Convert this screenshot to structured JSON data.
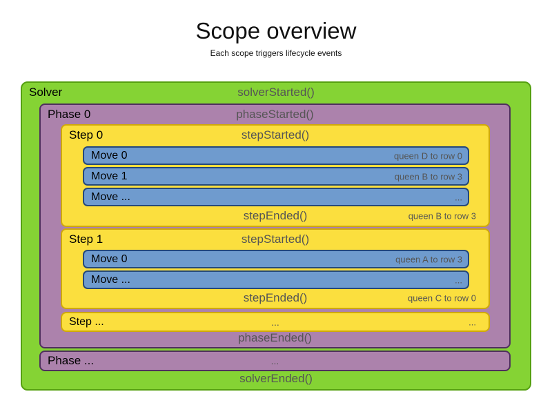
{
  "title": "Scope overview",
  "subtitle": "Each scope triggers lifecycle events",
  "colors": {
    "solver_fill": "#85d334",
    "solver_border": "#55a010",
    "phase_fill": "#ac82ac",
    "phase_border": "#4f2f5e",
    "step_fill": "#fbdf3e",
    "step_border": "#cfa90b",
    "move_fill": "#6f9bce",
    "move_border": "#25497b",
    "event_text": "#555555",
    "label_text": "#000000"
  },
  "solver": {
    "label": "Solver",
    "started": "solverStarted()",
    "ended": "solverEnded()",
    "phases": [
      {
        "label": "Phase 0",
        "started": "phaseStarted()",
        "ended": "phaseEnded()",
        "steps": [
          {
            "label": "Step 0",
            "started": "stepStarted()",
            "ended": "stepEnded()",
            "ended_note": "queen B to row 3",
            "moves": [
              {
                "label": "Move 0",
                "note": "queen D to row 0"
              },
              {
                "label": "Move 1",
                "note": "queen B to row 3"
              },
              {
                "label": "Move ...",
                "note": "..."
              }
            ]
          },
          {
            "label": "Step 1",
            "started": "stepStarted()",
            "ended": "stepEnded()",
            "ended_note": "queen C to row 0",
            "moves": [
              {
                "label": "Move 0",
                "note": "queen A to row 3"
              },
              {
                "label": "Move ...",
                "note": "..."
              }
            ]
          },
          {
            "label": "Step ...",
            "center": "...",
            "right": "..."
          }
        ]
      },
      {
        "label": "Phase ...",
        "center": "..."
      }
    ]
  }
}
